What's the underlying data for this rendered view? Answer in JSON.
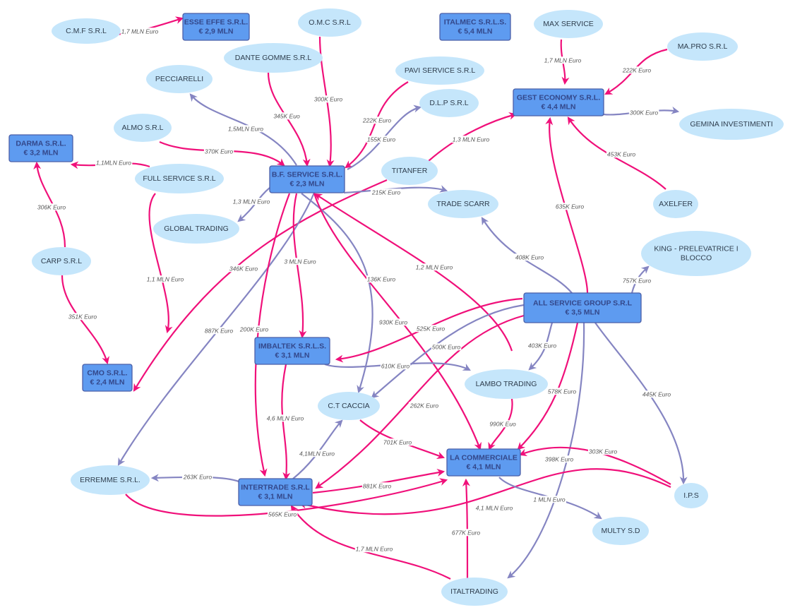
{
  "colors": {
    "flow_in": "#f0107a",
    "flow_out": "#8585c2",
    "box_fill": "#5e9bf0",
    "box_stroke": "#4b5fa8",
    "ellipse_fill": "#c5e6fb",
    "box_text": "#33478a",
    "ellipse_text": "#2f3e4e"
  },
  "nodes": [
    {
      "id": "cmf",
      "type": "ellipse",
      "lines": [
        "C.M.F S.R.L"
      ]
    },
    {
      "id": "esse",
      "type": "box",
      "lines": [
        "ESSE EFFE S.R.L.",
        "€ 2,9 MLN"
      ]
    },
    {
      "id": "omc",
      "type": "ellipse",
      "lines": [
        "O.M.C S.R.L"
      ]
    },
    {
      "id": "italmec",
      "type": "box",
      "lines": [
        "ITALMEC S.R.L.S.",
        "€ 5,4 MLN"
      ]
    },
    {
      "id": "maxservice",
      "type": "ellipse",
      "lines": [
        "MAX SERVICE"
      ]
    },
    {
      "id": "dante",
      "type": "ellipse",
      "lines": [
        "DANTE GOMME S.R.L"
      ]
    },
    {
      "id": "mapro",
      "type": "ellipse",
      "lines": [
        "MA.PRO S.R.L"
      ]
    },
    {
      "id": "pecciarelli",
      "type": "ellipse",
      "lines": [
        "PECCIARELLI"
      ]
    },
    {
      "id": "pavi",
      "type": "ellipse",
      "lines": [
        "PAVI SERVICE S.R.L"
      ]
    },
    {
      "id": "gest",
      "type": "box",
      "lines": [
        "GEST ECONOMY S.R.L.",
        "€ 4,4 MLN"
      ]
    },
    {
      "id": "dlp",
      "type": "ellipse",
      "lines": [
        "D.L.P S.R.L"
      ]
    },
    {
      "id": "gemina",
      "type": "ellipse",
      "lines": [
        "GEMINA INVESTIMENTI"
      ]
    },
    {
      "id": "almo",
      "type": "ellipse",
      "lines": [
        "ALMO S.R.L"
      ]
    },
    {
      "id": "darma",
      "type": "box",
      "lines": [
        "DARMA S.R.L.",
        "€ 3,2 MLN"
      ]
    },
    {
      "id": "fullservice",
      "type": "ellipse",
      "lines": [
        "FULL SERVICE S.R.L"
      ]
    },
    {
      "id": "bf",
      "type": "box",
      "lines": [
        "B.F. SERVICE S.R.L.",
        "€ 2,3 MLN"
      ]
    },
    {
      "id": "titanfer",
      "type": "ellipse",
      "lines": [
        "TITANFER"
      ]
    },
    {
      "id": "tradescarr",
      "type": "ellipse",
      "lines": [
        "TRADE SCARR"
      ]
    },
    {
      "id": "axelfer",
      "type": "ellipse",
      "lines": [
        "AXELFER"
      ]
    },
    {
      "id": "global",
      "type": "ellipse",
      "lines": [
        "GLOBAL TRADING"
      ]
    },
    {
      "id": "carp",
      "type": "ellipse",
      "lines": [
        "CARP S.R.L"
      ]
    },
    {
      "id": "king",
      "type": "ellipse",
      "lines": [
        "KING - PRELEVATRICE I",
        "BLOCCO"
      ]
    },
    {
      "id": "allservice",
      "type": "box",
      "lines": [
        "ALL SERVICE GROUP S.R.L",
        "€ 3,5 MLN"
      ]
    },
    {
      "id": "imbaltek",
      "type": "box",
      "lines": [
        "IMBALTEK S.R.L.S.",
        "€ 3,1 MLN"
      ]
    },
    {
      "id": "cmo",
      "type": "box",
      "lines": [
        "CMO S.R.L.",
        "€ 2,4 MLN"
      ]
    },
    {
      "id": "lambo",
      "type": "ellipse",
      "lines": [
        "LAMBO TRADING"
      ]
    },
    {
      "id": "ctcaccia",
      "type": "ellipse",
      "lines": [
        "C.T CACCIA"
      ]
    },
    {
      "id": "lacommerciale",
      "type": "box",
      "lines": [
        "LA COMMERCIALE",
        "€ 4,1 MLN"
      ]
    },
    {
      "id": "erremme",
      "type": "ellipse",
      "lines": [
        "ERREMME S.R.L."
      ]
    },
    {
      "id": "intertrade",
      "type": "box",
      "lines": [
        "INTERTRADE S.R.L",
        "€ 3,1 MLN"
      ]
    },
    {
      "id": "ips",
      "type": "ellipse",
      "lines": [
        "I.P.S"
      ]
    },
    {
      "id": "multy",
      "type": "ellipse",
      "lines": [
        "MULTY S.D"
      ]
    },
    {
      "id": "italtrading",
      "type": "ellipse",
      "lines": [
        "ITALTRADING"
      ]
    }
  ],
  "edges": [
    {
      "id": "e1",
      "from": "cmf",
      "to": "esse",
      "label": "1,7 MLN Euro",
      "kind": "in"
    },
    {
      "id": "e2",
      "from": "omc",
      "to": "bf",
      "label": "300K Euro",
      "kind": "in"
    },
    {
      "id": "e3",
      "from": "dante",
      "to": "bf",
      "label": "345K Euo",
      "kind": "in"
    },
    {
      "id": "e4",
      "from": "bf",
      "to": "pecciarelli",
      "label": "1,5MLN Euro",
      "kind": "out"
    },
    {
      "id": "e5",
      "from": "pavi",
      "to": "bf",
      "label": "222K Euro",
      "kind": "in"
    },
    {
      "id": "e6",
      "from": "bf",
      "to": "dlp",
      "label": "155K Euro",
      "kind": "out"
    },
    {
      "id": "e7",
      "from": "almo",
      "to": "bf",
      "label": "370K Euro",
      "kind": "in"
    },
    {
      "id": "e8",
      "from": "fullservice",
      "to": "darma",
      "label": "1,1MLN Euro",
      "kind": "in"
    },
    {
      "id": "e9",
      "from": "bf",
      "to": "global",
      "label": "1,3 MLN Euro",
      "kind": "out"
    },
    {
      "id": "e10",
      "from": "carp",
      "to": "darma",
      "label": "306K Euro",
      "kind": "in"
    },
    {
      "id": "e11",
      "from": "carp",
      "to": "cmo",
      "label": "351K Euro",
      "kind": "in"
    },
    {
      "id": "e12",
      "from": "fullservice",
      "to": "cmo",
      "label": "1,1 MLN Euro",
      "kind": "in"
    },
    {
      "id": "e13",
      "from": "titanfer",
      "to": "cmo",
      "label": "346K Euro",
      "kind": "in"
    },
    {
      "id": "e14",
      "from": "bf",
      "to": "erremme",
      "label": "887K Euro",
      "kind": "out"
    },
    {
      "id": "e15",
      "from": "bf",
      "to": "intertrade",
      "label": "200K Euro",
      "kind": "in"
    },
    {
      "id": "e16",
      "from": "bf",
      "to": "imbaltek",
      "label": "3 MLN Euro",
      "kind": "in"
    },
    {
      "id": "e17",
      "from": "bf",
      "to": "ctcaccia",
      "label": "136K Euro",
      "kind": "out"
    },
    {
      "id": "e18",
      "from": "bf",
      "to": "lacommerciale",
      "label": "930K Euro",
      "kind": "in"
    },
    {
      "id": "e19",
      "from": "lambo",
      "to": "bf",
      "label": "1,2 MLN Euro",
      "kind": "in"
    },
    {
      "id": "e20",
      "from": "bf",
      "to": "tradescarr",
      "label": "215K Euro",
      "kind": "out"
    },
    {
      "id": "e21",
      "from": "titanfer",
      "to": "gest",
      "label": "1,3 MLN Euro",
      "kind": "in"
    },
    {
      "id": "e22",
      "from": "maxservice",
      "to": "gest",
      "label": "1,7 MLN Euro",
      "kind": "in"
    },
    {
      "id": "e23",
      "from": "mapro",
      "to": "gest",
      "label": "222K Euro",
      "kind": "in"
    },
    {
      "id": "e24",
      "from": "gest",
      "to": "gemina",
      "label": "300K Euro",
      "kind": "out"
    },
    {
      "id": "e25",
      "from": "axelfer",
      "to": "gest",
      "label": "453K Euro",
      "kind": "in"
    },
    {
      "id": "e26",
      "from": "allservice",
      "to": "gest",
      "label": "635K Euro",
      "kind": "in"
    },
    {
      "id": "e27",
      "from": "allservice",
      "to": "tradescarr",
      "label": "408K Euro",
      "kind": "out"
    },
    {
      "id": "e28",
      "from": "allservice",
      "to": "king",
      "label": "757K Euro",
      "kind": "out"
    },
    {
      "id": "e29",
      "from": "allservice",
      "to": "imbaltek",
      "label": "525K Euro",
      "kind": "in"
    },
    {
      "id": "e30",
      "from": "allservice",
      "to": "ctcaccia",
      "label": "500K Euro",
      "kind": "out"
    },
    {
      "id": "e31",
      "from": "allservice",
      "to": "lambo",
      "label": "403K Euro",
      "kind": "out"
    },
    {
      "id": "e32",
      "from": "allservice",
      "to": "intertrade",
      "label": "262K Euro",
      "kind": "in"
    },
    {
      "id": "e33",
      "from": "allservice",
      "to": "lacommerciale",
      "label": "578K Euro",
      "kind": "in"
    },
    {
      "id": "e34",
      "from": "allservice",
      "to": "italtrading",
      "label": "398K Euro",
      "kind": "out"
    },
    {
      "id": "e35",
      "from": "allservice",
      "to": "ips",
      "label": "445K Euro",
      "kind": "out"
    },
    {
      "id": "e36",
      "from": "imbaltek",
      "to": "lambo",
      "label": "610K Euro",
      "kind": "out"
    },
    {
      "id": "e37",
      "from": "imbaltek",
      "to": "intertrade",
      "label": "4,6 MLN Euro",
      "kind": "in"
    },
    {
      "id": "e38",
      "from": "intertrade",
      "to": "ctcaccia",
      "label": "4,1MLN Euro",
      "kind": "out"
    },
    {
      "id": "e39",
      "from": "ctcaccia",
      "to": "lacommerciale",
      "label": "701K Euro",
      "kind": "in"
    },
    {
      "id": "e40",
      "from": "lambo",
      "to": "lacommerciale",
      "label": "990K Euo",
      "kind": "in"
    },
    {
      "id": "e41",
      "from": "ips",
      "to": "lacommerciale",
      "label": "303K Euro",
      "kind": "in"
    },
    {
      "id": "e42",
      "from": "intertrade",
      "to": "lacommerciale",
      "label": "881K Euro",
      "kind": "in"
    },
    {
      "id": "e43",
      "from": "intertrade",
      "to": "erremme",
      "label": "263K Euro",
      "kind": "out"
    },
    {
      "id": "e44",
      "from": "erremme",
      "to": "lacommerciale",
      "label": "565K Euro",
      "kind": "in"
    },
    {
      "id": "e45",
      "from": "ips",
      "to": "intertrade",
      "label": "4,1 MLN Euro",
      "kind": "in"
    },
    {
      "id": "e46",
      "from": "lacommerciale",
      "to": "multy",
      "label": "1 MLN Euro",
      "kind": "out"
    },
    {
      "id": "e47",
      "from": "italtrading",
      "to": "lacommerciale",
      "label": "677K Euro",
      "kind": "in"
    },
    {
      "id": "e48",
      "from": "italtrading",
      "to": "intertrade",
      "label": "1,7 MLN Euro",
      "kind": "in"
    }
  ]
}
